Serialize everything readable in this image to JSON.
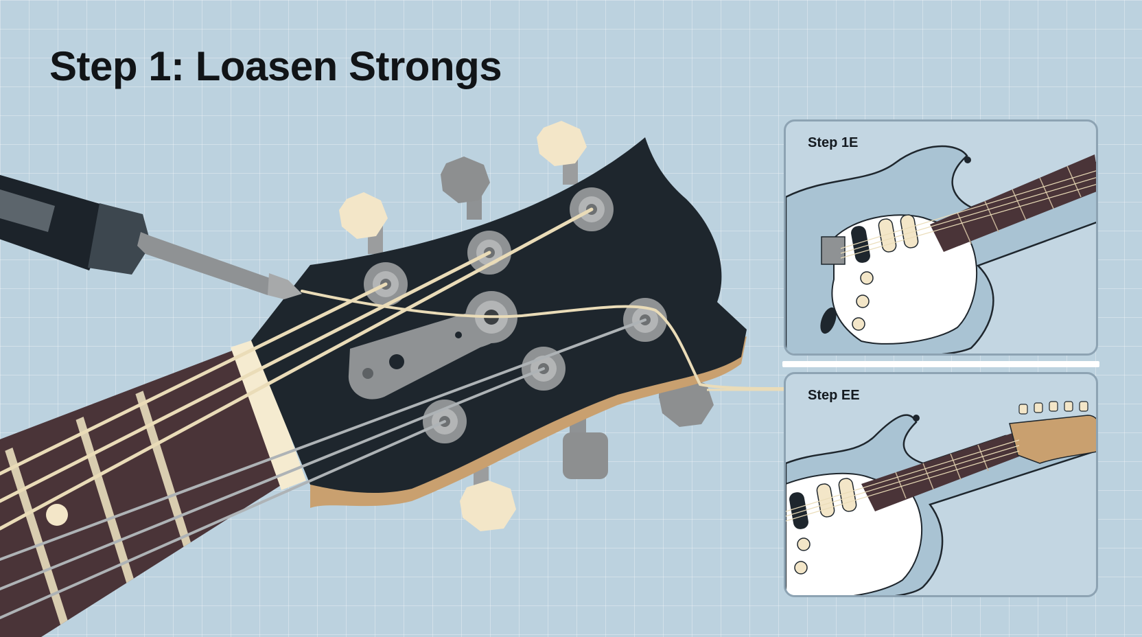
{
  "title": "Step 1: Loasen Strongs",
  "panels": [
    {
      "label": "Step 1E"
    },
    {
      "label": "Step EE"
    }
  ],
  "icons": [
    "screwdriver-icon",
    "guitar-headstock-icon",
    "electric-guitar-icon"
  ],
  "colors": {
    "background": "#bcd2df",
    "headstock": "#1e262d",
    "headstock_edge": "#c9a06f",
    "fretboard": "#4a3438",
    "tuner_button": "#f3e6c8",
    "tuner_peg": "#8f9294",
    "string": "#eadcb8",
    "panel_border": "#8da3b3"
  }
}
